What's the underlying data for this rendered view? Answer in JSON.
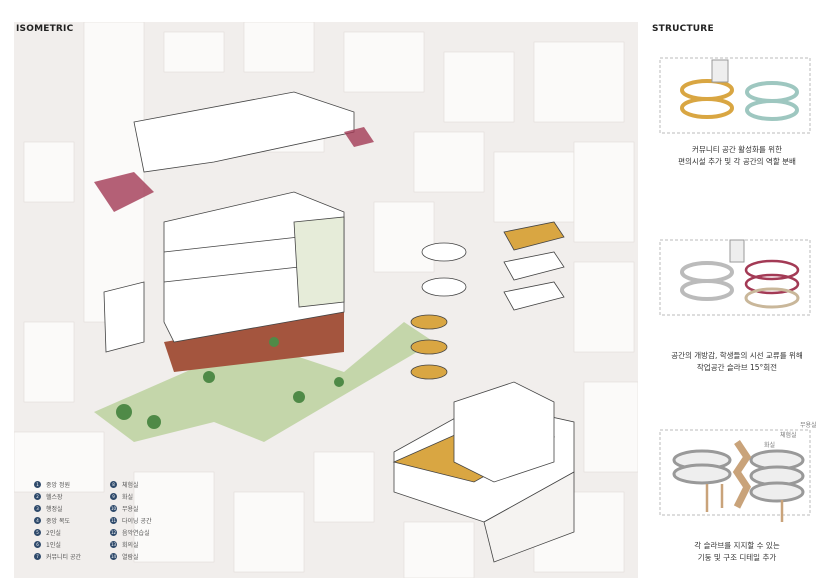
{
  "isometric": {
    "title": "ISOMETRIC",
    "legend": [
      {
        "num": "1",
        "label": "중앙 정원"
      },
      {
        "num": "2",
        "label": "헬스장"
      },
      {
        "num": "3",
        "label": "행정실"
      },
      {
        "num": "4",
        "label": "중앙 복도"
      },
      {
        "num": "5",
        "label": "2인실"
      },
      {
        "num": "6",
        "label": "1인실"
      },
      {
        "num": "7",
        "label": "커뮤니티 공간"
      },
      {
        "num": "8",
        "label": "체험실"
      },
      {
        "num": "9",
        "label": "화실"
      },
      {
        "num": "10",
        "label": "무용실"
      },
      {
        "num": "11",
        "label": "다이닝 공간"
      },
      {
        "num": "12",
        "label": "음악연습실"
      },
      {
        "num": "13",
        "label": "회의실"
      },
      {
        "num": "14",
        "label": "열람실"
      }
    ]
  },
  "structure": {
    "title": "STRUCTURE",
    "diagrams": [
      {
        "caption_line1": "커뮤니티 공간 활성화를 위한",
        "caption_line2": "편의시설 추가 및 각 공간의 역할 분배"
      },
      {
        "caption_line1": "공간의 개방감, 학생들의 시선 교류를 위해",
        "caption_line2": "작업공간 슬라브 15°회전"
      },
      {
        "caption_line1": "각 슬라브를 지지할 수 있는",
        "caption_line2": "기둥 및 구조 디테일 추가",
        "labels": [
          "무용실",
          "체험실",
          "화실"
        ]
      }
    ]
  },
  "colors": {
    "accent": "#d9a642",
    "wine": "#a33a55",
    "green": "#b9cf9a",
    "brick": "#a4553e",
    "teal": "#9ec7c0"
  }
}
